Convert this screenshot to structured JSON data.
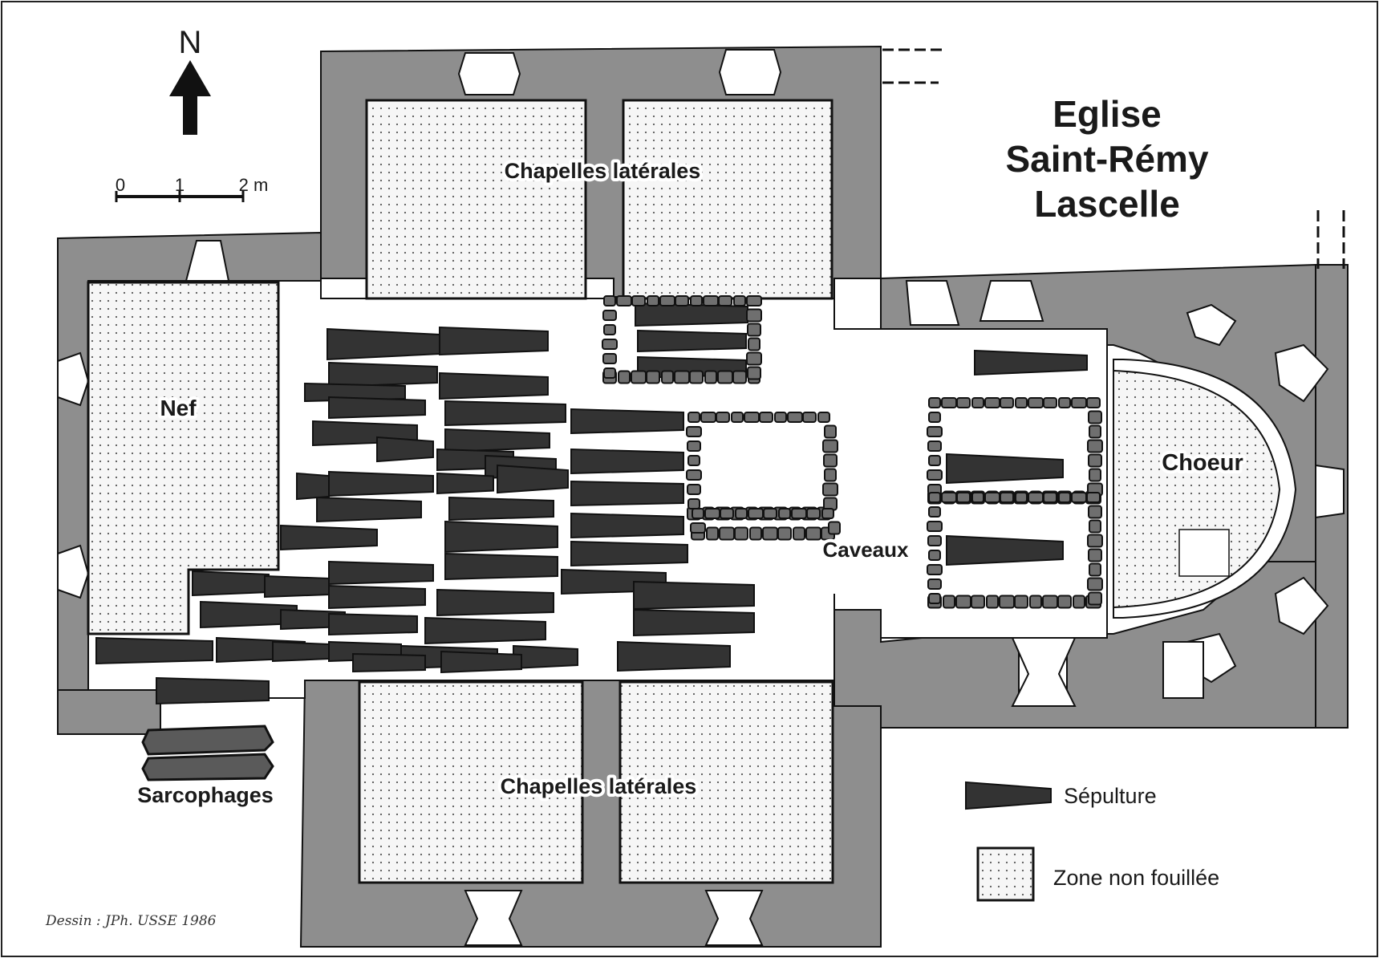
{
  "title": {
    "line1": "Eglise",
    "line2": "Saint-Rémy",
    "line3": "Lascelle"
  },
  "north": "N",
  "scale": {
    "t0": "0",
    "t1": "1",
    "t2": "2 m"
  },
  "labels": {
    "chapels_north": "Chapelles latérales",
    "chapels_south": "Chapelles latérales",
    "nave": "Nef",
    "choir": "Choeur",
    "vaults": "Caveaux",
    "sarcophagi": "Sarcophages"
  },
  "legend": {
    "burial": "Sépulture",
    "unexcavated": "Zone non fouillée"
  },
  "credit": "Dessin : JPh. USSE 1986",
  "colors": {
    "wall": "#8e8e8e",
    "burial": "#333333",
    "stone": "#6f6f6f",
    "outline": "#111111",
    "unexcavated_fill": "#f4f4f4",
    "dots": "#555555"
  },
  "icons": [
    "north-arrow-icon",
    "scale-bar-icon"
  ]
}
